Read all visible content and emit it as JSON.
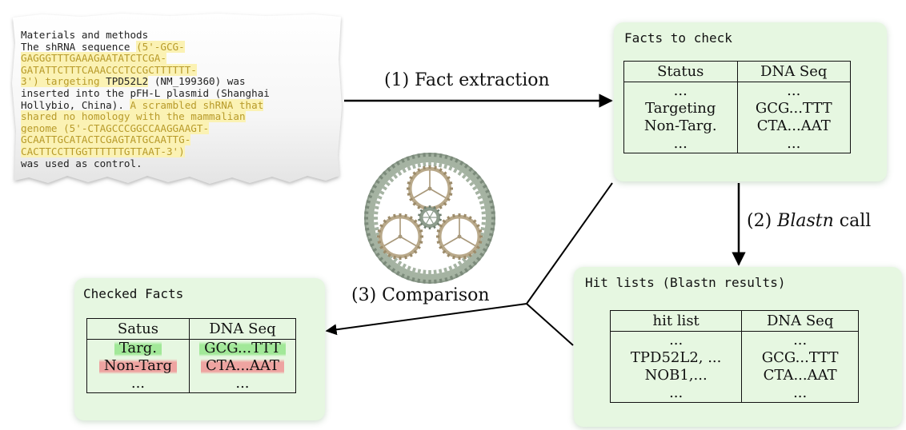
{
  "paper": {
    "lines": [
      [
        {
          "t": "Materials and methods"
        }
      ],
      [
        {
          "t": "The shRNA sequence "
        },
        {
          "t": "(5'-GCG-",
          "h": 1
        }
      ],
      [
        {
          "t": "GAGGGTTTGAAAGAATATCTCGA-",
          "h": 1
        }
      ],
      [
        {
          "t": "GATATTCTTTCAAACCCTCCGCTTTTTT-",
          "h": 1
        }
      ],
      [
        {
          "t": "3') targeting ",
          "h": 1
        },
        {
          "t": "TPD52L2",
          "e": 1
        },
        {
          "t": " (NM_199360) was"
        }
      ],
      [
        {
          "t": "inserted into the pFH-L plasmid (Shanghai"
        }
      ],
      [
        {
          "t": "Hollybio, China). "
        },
        {
          "t": "A scrambled shRNA that",
          "h": 1
        }
      ],
      [
        {
          "t": "shared no homology with the mammalian",
          "h": 1
        }
      ],
      [
        {
          "t": "genome (5'-CTAGCCCGGCCAAGGAAGT-",
          "h": 1
        }
      ],
      [
        {
          "t": "GCAATTGCATACTCGAGTATGCAATTG-",
          "h": 1
        }
      ],
      [
        {
          "t": "CACTTCCTTGGTTTTTTGTTAAT-3')",
          "h": 1
        }
      ],
      [
        {
          "t": "was used as control."
        }
      ]
    ]
  },
  "facts_panel": {
    "title": "Facts to check",
    "headers": [
      "Status",
      "DNA Seq"
    ],
    "col1": [
      "...",
      "Targeting",
      "Non-Targ.",
      "..."
    ],
    "col2": [
      "...",
      "GCG...TTT",
      "CTA...AAT",
      "..."
    ]
  },
  "hits_panel": {
    "title": "Hit lists (Blastn results)",
    "headers": [
      "hit list",
      "DNA Seq"
    ],
    "col1": [
      "...",
      "TPD52L2, ...",
      "NOB1,...",
      "..."
    ],
    "col2": [
      "...",
      "GCG...TTT",
      "CTA...AAT",
      "..."
    ]
  },
  "checked_panel": {
    "title": "Checked Facts",
    "headers": [
      "Satus",
      "DNA Seq"
    ],
    "col1": [
      {
        "t": "Targ.",
        "m": "green"
      },
      {
        "t": "Non-Targ",
        "m": "red"
      },
      {
        "t": "...",
        "m": ""
      }
    ],
    "col2": [
      {
        "t": "GCG...TTT",
        "m": "green"
      },
      {
        "t": "CTA...AAT",
        "m": "red"
      },
      {
        "t": "...",
        "m": ""
      }
    ]
  },
  "steps": {
    "fact_extraction": "(1) Fact extraction",
    "blastn_prefix": "(2) ",
    "blastn_italic": "Blastn",
    "blastn_suffix": " call",
    "comparison": "(3) Comparison"
  },
  "gear_icon": "planetary-gear-icon",
  "colors": {
    "panel": "#e6f7e1",
    "highlight": "#fbf2b4",
    "highlight_text": "#b89b2a",
    "match_green": "#96e68c",
    "mismatch_red": "#f09696"
  }
}
